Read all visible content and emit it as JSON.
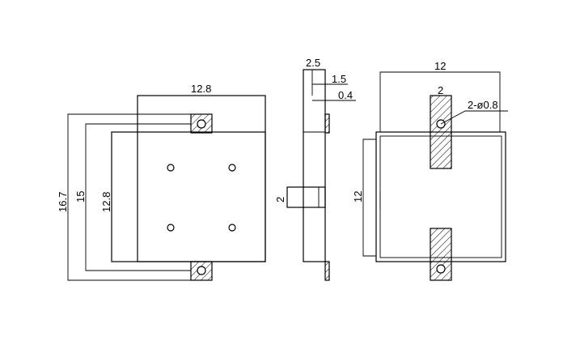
{
  "drawing": {
    "line_color": "#000000",
    "background": "#ffffff",
    "front_view": {
      "width_label": "12.8",
      "height_labels": [
        "16.7",
        "15",
        "12.8"
      ]
    },
    "side_view": {
      "labels": [
        "2.5",
        "1.5",
        "0.4",
        "2"
      ]
    },
    "top_view": {
      "width_label": "12",
      "pin_width_label": "2",
      "hole_label": "2-ø0.8",
      "height_label": "12"
    }
  }
}
